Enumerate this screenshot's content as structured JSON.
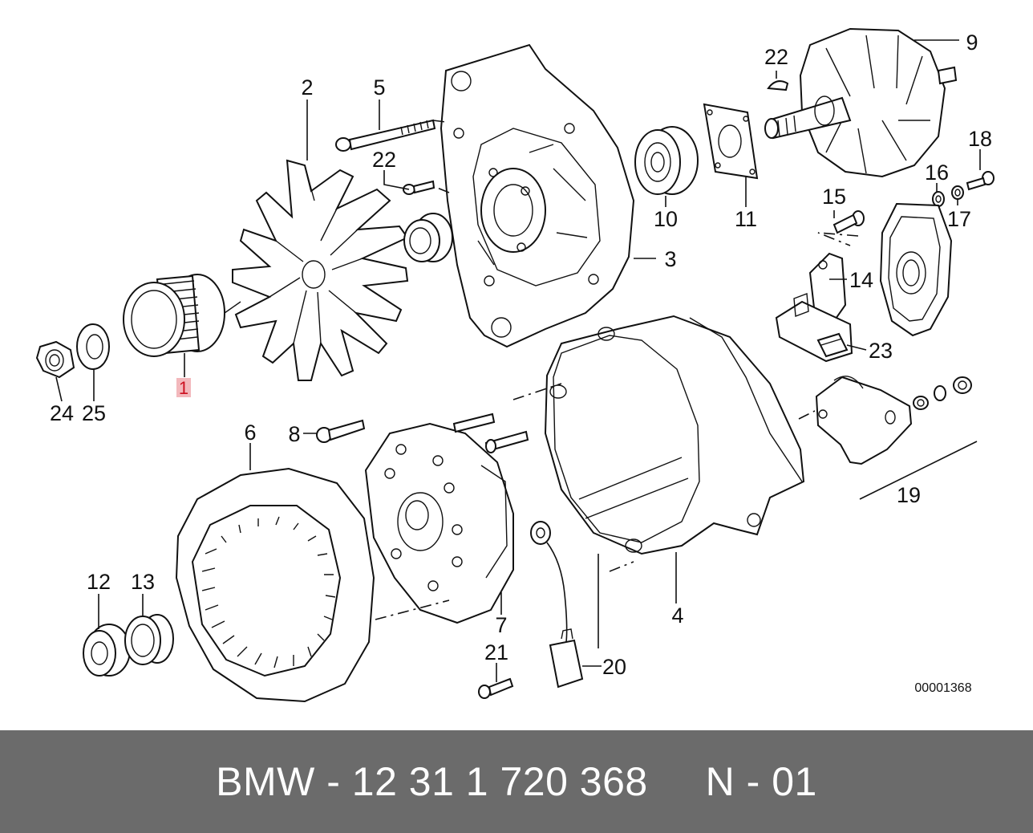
{
  "diagram": {
    "drawing_code": "00001368",
    "highlighted_label": "1",
    "labels": [
      "1",
      "2",
      "3",
      "4",
      "5",
      "6",
      "7",
      "8",
      "9",
      "10",
      "11",
      "12",
      "13",
      "14",
      "15",
      "16",
      "17",
      "18",
      "19",
      "20",
      "21",
      "22",
      "22",
      "23",
      "24",
      "25"
    ]
  },
  "footer": {
    "text": "BMW - 12 31 1 720 368     N - 01",
    "background": "#6b6b6b",
    "text_color": "#ffffff"
  },
  "colors": {
    "highlight_fill": "#f3b8bc",
    "highlight_text": "#cc1020",
    "line": "#111111"
  }
}
